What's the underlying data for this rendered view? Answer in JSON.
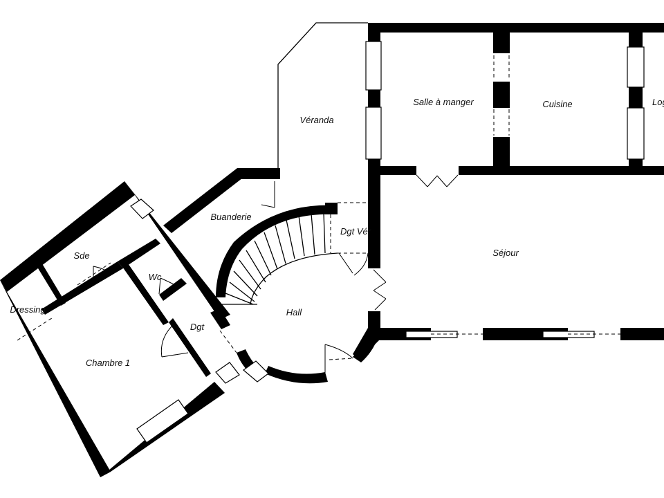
{
  "plan": {
    "rooms": {
      "salle_a_manger": "Salle à manger",
      "cuisine": "Cuisine",
      "logement": "Log",
      "veranda": "Véranda",
      "buanderie": "Buanderie",
      "degagement_veranda": "Dgt Vér",
      "sejour": "Séjour",
      "hall": "Hall",
      "sde": "Sde",
      "wc": "Wc",
      "dressing": "Dressing",
      "degagement": "Dgt",
      "chambre_1": "Chambre 1"
    }
  }
}
